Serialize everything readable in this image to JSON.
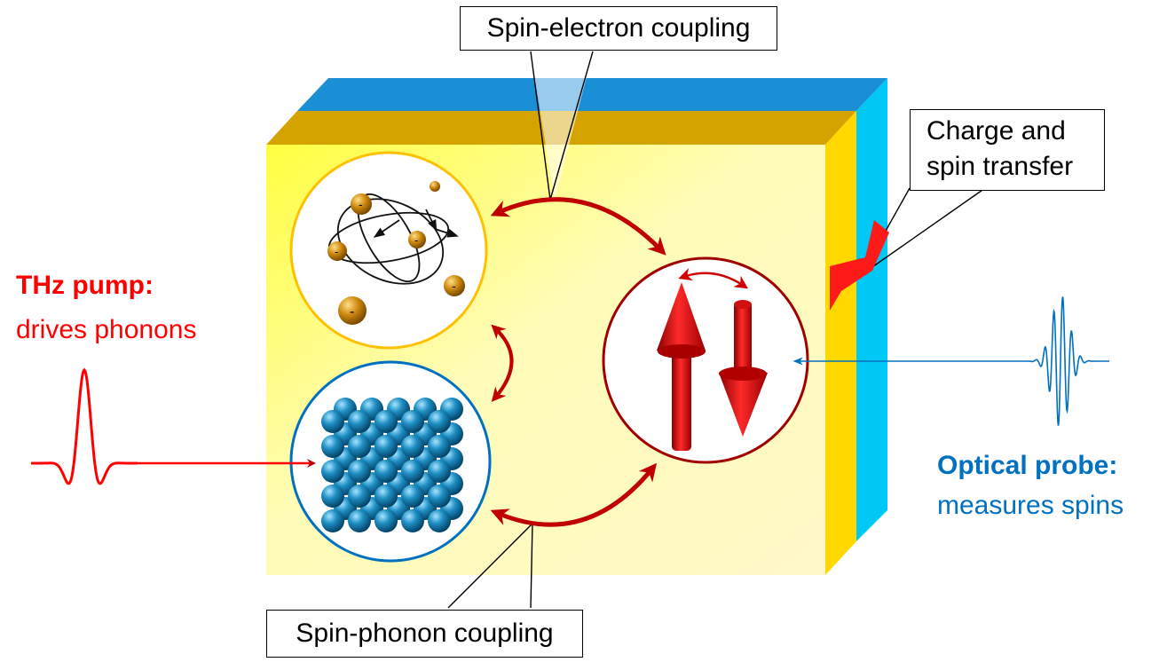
{
  "labels": {
    "spin_electron": "Spin-electron  coupling",
    "spin_phonon": "Spin-phonon  coupling",
    "charge_spin_line1": "Charge and",
    "charge_spin_line2": "spin transfer",
    "thz_title": "THz pump:",
    "thz_desc": "drives  phonons",
    "probe_title": "Optical probe:",
    "probe_desc": "measures  spins",
    "electron_charge": "-"
  },
  "colors": {
    "slab_front": "#fffbb0",
    "slab_top_gold": "#d4a300",
    "slab_top_blue": "#1a8fd6",
    "slab_side_gold": "#ffd800",
    "slab_side_blue": "#00c8f5",
    "arrow_red": "#c00000",
    "pump_red": "#ff0000",
    "probe_blue": "#0070c0",
    "electron_circle_border": "#ffc000",
    "phonon_circle_border": "#0070c0",
    "spin_circle_border": "#a00000"
  },
  "icons": [
    "electron-orbit-icon",
    "phonon-lattice-icon",
    "spin-up-arrow-icon",
    "spin-down-arrow-icon",
    "thz-pulse-icon",
    "optical-pulse-icon",
    "transfer-arrow-icon"
  ]
}
